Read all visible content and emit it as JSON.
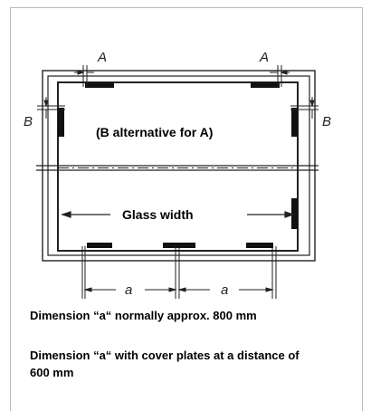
{
  "diagram": {
    "label_a_left": "A",
    "label_a_right": "A",
    "label_b_left": "B",
    "label_b_right": "B",
    "alt_note": "(B alternative for A)",
    "glass_width": "Glass width",
    "dim_a_left": "a",
    "dim_a_right": "a"
  },
  "captions": {
    "line1": "Dimension “a“ normally approx. 800 mm",
    "line2": "Dimension “a“ with cover plates at a distance of 600 mm"
  }
}
